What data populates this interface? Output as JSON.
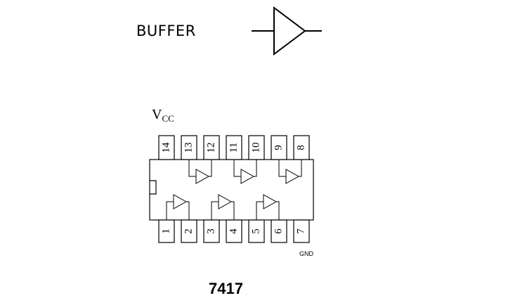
{
  "buffer_label": "BUFFER",
  "vcc": {
    "main": "V",
    "sub": "CC"
  },
  "gnd_label": "GND",
  "chip_name": "7417",
  "top_pins": [
    "14",
    "13",
    "12",
    "11",
    "10",
    "9",
    "8"
  ],
  "bottom_pins": [
    "1",
    "2",
    "3",
    "4",
    "5",
    "6",
    "7"
  ],
  "colors": {
    "line": "#000000",
    "background": "#ffffff"
  }
}
